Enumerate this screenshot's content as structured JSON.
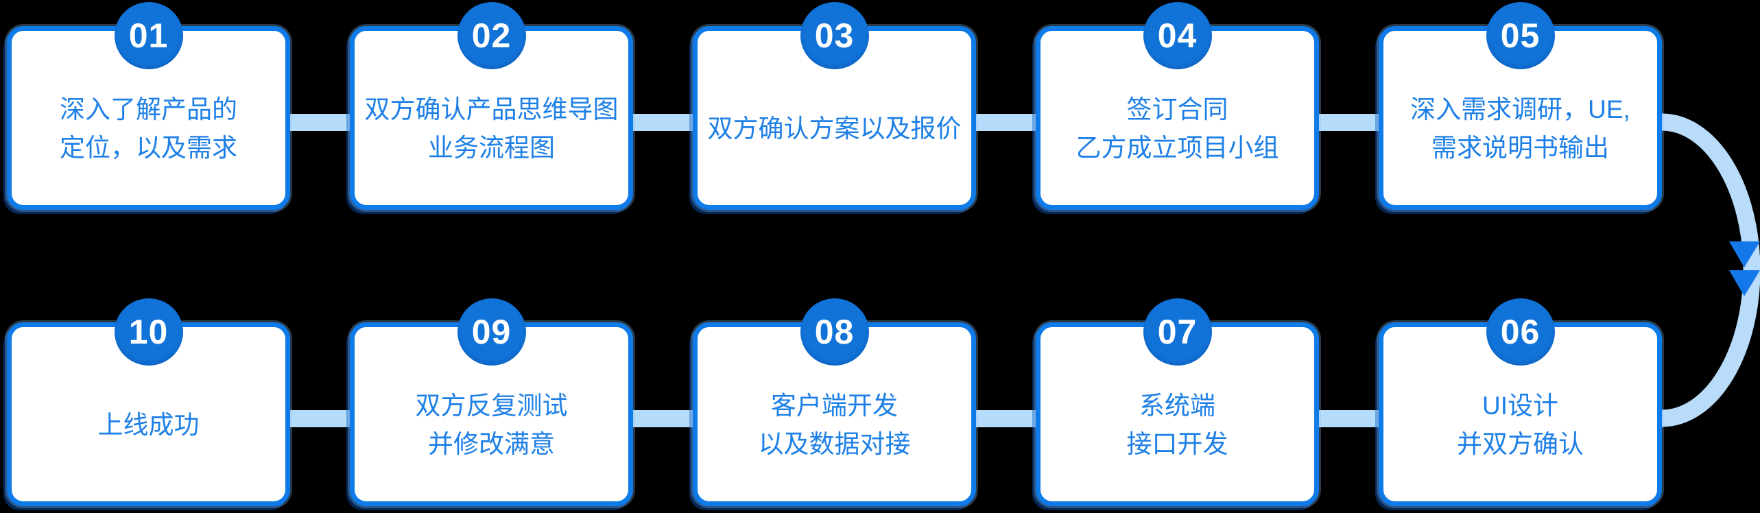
{
  "colors": {
    "background": "#000000",
    "card_border": "#0e7be8",
    "badge_fill": "#1173d8",
    "text_blue": "#1e80e6",
    "connector_light_blue": "#b5dcfa",
    "arrow_line": "#b8dcfa",
    "arrow_head": "#1478e8"
  },
  "rows": [
    {
      "name": "top",
      "cards": [
        {
          "number": "01",
          "lines": [
            "深入了解产品的",
            "定位，以及需求"
          ]
        },
        {
          "number": "02",
          "lines": [
            "双方确认产品思维导图",
            "业务流程图"
          ]
        },
        {
          "number": "03",
          "lines": [
            "双方确认方案以及报价"
          ]
        },
        {
          "number": "04",
          "lines": [
            "签订合同",
            "乙方成立项目小组"
          ]
        },
        {
          "number": "05",
          "lines": [
            "深入需求调研，UE,",
            "需求说明书输出"
          ]
        }
      ]
    },
    {
      "name": "bottom",
      "cards": [
        {
          "number": "10",
          "lines": [
            "上线成功"
          ]
        },
        {
          "number": "09",
          "lines": [
            "双方反复测试",
            "并修改满意"
          ]
        },
        {
          "number": "08",
          "lines": [
            "客户端开发",
            "以及数据对接"
          ]
        },
        {
          "number": "07",
          "lines": [
            "系统端",
            "接口开发"
          ]
        },
        {
          "number": "06",
          "lines": [
            "UI设计",
            "并双方确认"
          ]
        }
      ]
    }
  ],
  "arrow": {
    "from_step": "05",
    "to_step": "06",
    "direction": "down",
    "line_color": "#b8dcfa",
    "head_color": "#1478e8"
  }
}
